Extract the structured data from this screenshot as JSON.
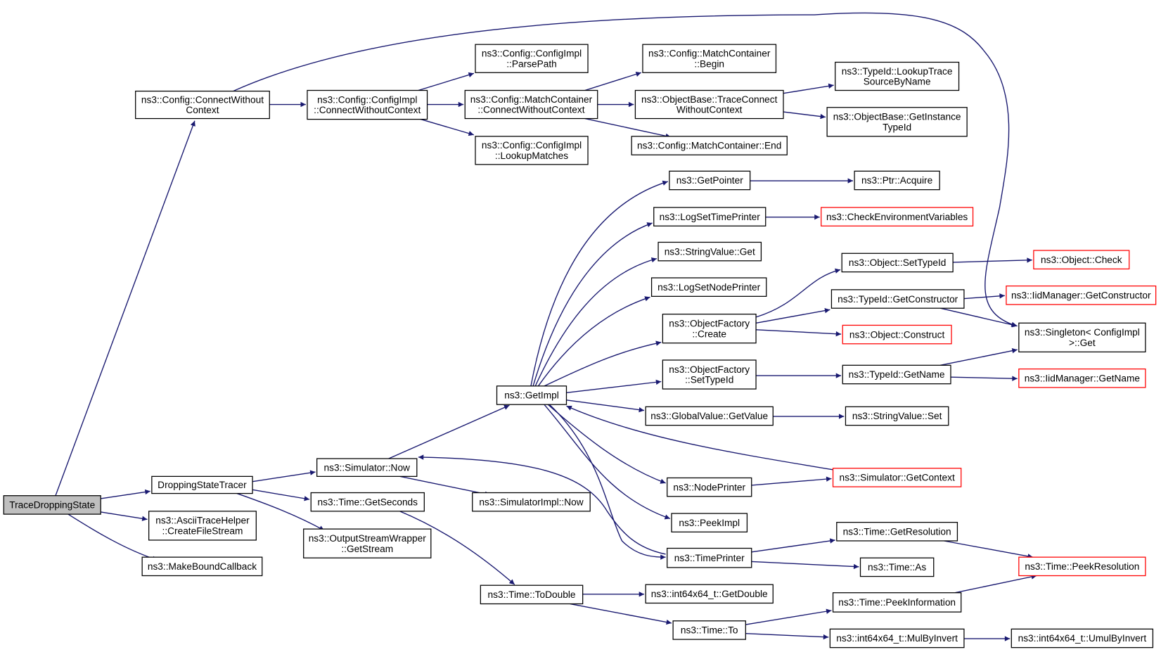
{
  "diagram": {
    "colors": {
      "edge": "#191970",
      "node_border": "#000000",
      "node_border_highlight": "#ff0000",
      "root_fill": "#bfbfbf",
      "node_fill": "#ffffff"
    },
    "nodes": [
      {
        "id": "trace_dropping_state",
        "lines": [
          "TraceDroppingState"
        ],
        "style": "root"
      },
      {
        "id": "config_connect_without_context",
        "lines": [
          "ns3::Config::ConnectWithout",
          "Context"
        ],
        "style": "normal"
      },
      {
        "id": "dropping_state_tracer",
        "lines": [
          "DroppingStateTracer"
        ],
        "style": "normal"
      },
      {
        "id": "ascii_trace_helper_create_file_stream",
        "lines": [
          "ns3::AsciiTraceHelper",
          "::CreateFileStream"
        ],
        "style": "normal"
      },
      {
        "id": "make_bound_callback",
        "lines": [
          "ns3::MakeBoundCallback"
        ],
        "style": "normal"
      },
      {
        "id": "configimpl_connect_without_context",
        "lines": [
          "ns3::Config::ConfigImpl",
          "::ConnectWithoutContext"
        ],
        "style": "normal"
      },
      {
        "id": "configimpl_parse_path",
        "lines": [
          "ns3::Config::ConfigImpl",
          "::ParsePath"
        ],
        "style": "normal"
      },
      {
        "id": "matchcontainer_connect_without_context",
        "lines": [
          "ns3::Config::MatchContainer",
          "::ConnectWithoutContext"
        ],
        "style": "normal"
      },
      {
        "id": "configimpl_lookup_matches",
        "lines": [
          "ns3::Config::ConfigImpl",
          "::LookupMatches"
        ],
        "style": "normal"
      },
      {
        "id": "matchcontainer_begin",
        "lines": [
          "ns3::Config::MatchContainer",
          "::Begin"
        ],
        "style": "normal"
      },
      {
        "id": "objectbase_trace_connect_without_context",
        "lines": [
          "ns3::ObjectBase::TraceConnect",
          "WithoutContext"
        ],
        "style": "normal"
      },
      {
        "id": "matchcontainer_end",
        "lines": [
          "ns3::Config::MatchContainer::End"
        ],
        "style": "normal"
      },
      {
        "id": "typeid_lookup_trace_source_by_name",
        "lines": [
          "ns3::TypeId::LookupTrace",
          "SourceByName"
        ],
        "style": "normal"
      },
      {
        "id": "objectbase_get_instance_typeid",
        "lines": [
          "ns3::ObjectBase::GetInstance",
          "TypeId"
        ],
        "style": "normal"
      },
      {
        "id": "simulator_now",
        "lines": [
          "ns3::Simulator::Now"
        ],
        "style": "normal"
      },
      {
        "id": "time_get_seconds",
        "lines": [
          "ns3::Time::GetSeconds"
        ],
        "style": "normal"
      },
      {
        "id": "output_stream_wrapper_get_stream",
        "lines": [
          "ns3::OutputStreamWrapper",
          "::GetStream"
        ],
        "style": "normal"
      },
      {
        "id": "simulator_impl_now",
        "lines": [
          "ns3::SimulatorImpl::Now"
        ],
        "style": "normal"
      },
      {
        "id": "get_impl",
        "lines": [
          "ns3::GetImpl"
        ],
        "style": "normal"
      },
      {
        "id": "time_to_double",
        "lines": [
          "ns3::Time::ToDouble"
        ],
        "style": "normal"
      },
      {
        "id": "get_pointer",
        "lines": [
          "ns3::GetPointer"
        ],
        "style": "normal"
      },
      {
        "id": "log_set_time_printer",
        "lines": [
          "ns3::LogSetTimePrinter"
        ],
        "style": "normal"
      },
      {
        "id": "string_value_get",
        "lines": [
          "ns3::StringValue::Get"
        ],
        "style": "normal"
      },
      {
        "id": "log_set_node_printer",
        "lines": [
          "ns3::LogSetNodePrinter"
        ],
        "style": "normal"
      },
      {
        "id": "object_factory_create",
        "lines": [
          "ns3::ObjectFactory",
          "::Create"
        ],
        "style": "normal"
      },
      {
        "id": "object_factory_set_typeid",
        "lines": [
          "ns3::ObjectFactory",
          "::SetTypeId"
        ],
        "style": "normal"
      },
      {
        "id": "global_value_get_value",
        "lines": [
          "ns3::GlobalValue::GetValue"
        ],
        "style": "normal"
      },
      {
        "id": "node_printer",
        "lines": [
          "ns3::NodePrinter"
        ],
        "style": "normal"
      },
      {
        "id": "peek_impl",
        "lines": [
          "ns3::PeekImpl"
        ],
        "style": "normal"
      },
      {
        "id": "time_printer",
        "lines": [
          "ns3::TimePrinter"
        ],
        "style": "normal"
      },
      {
        "id": "int64x64_get_double",
        "lines": [
          "ns3::int64x64_t::GetDouble"
        ],
        "style": "normal"
      },
      {
        "id": "time_to",
        "lines": [
          "ns3::Time::To"
        ],
        "style": "normal"
      },
      {
        "id": "ptr_acquire",
        "lines": [
          "ns3::Ptr::Acquire"
        ],
        "style": "normal"
      },
      {
        "id": "check_environment_variables",
        "lines": [
          "ns3::CheckEnvironmentVariables"
        ],
        "style": "highlight"
      },
      {
        "id": "object_set_typeid",
        "lines": [
          "ns3::Object::SetTypeId"
        ],
        "style": "normal"
      },
      {
        "id": "typeid_get_constructor",
        "lines": [
          "ns3::TypeId::GetConstructor"
        ],
        "style": "normal"
      },
      {
        "id": "object_construct",
        "lines": [
          "ns3::Object::Construct"
        ],
        "style": "highlight"
      },
      {
        "id": "typeid_get_name",
        "lines": [
          "ns3::TypeId::GetName"
        ],
        "style": "normal"
      },
      {
        "id": "string_value_set",
        "lines": [
          "ns3::StringValue::Set"
        ],
        "style": "normal"
      },
      {
        "id": "simulator_get_context",
        "lines": [
          "ns3::Simulator::GetContext"
        ],
        "style": "highlight"
      },
      {
        "id": "time_get_resolution",
        "lines": [
          "ns3::Time::GetResolution"
        ],
        "style": "normal"
      },
      {
        "id": "time_as",
        "lines": [
          "ns3::Time::As"
        ],
        "style": "normal"
      },
      {
        "id": "time_peek_information",
        "lines": [
          "ns3::Time::PeekInformation"
        ],
        "style": "normal"
      },
      {
        "id": "int64x64_mul_by_invert",
        "lines": [
          "ns3::int64x64_t::MulByInvert"
        ],
        "style": "normal"
      },
      {
        "id": "object_check",
        "lines": [
          "ns3::Object::Check"
        ],
        "style": "highlight"
      },
      {
        "id": "iid_manager_get_constructor",
        "lines": [
          "ns3::IidManager::GetConstructor"
        ],
        "style": "highlight"
      },
      {
        "id": "singleton_configimpl_get",
        "lines": [
          "ns3::Singleton< ConfigImpl",
          ">::Get"
        ],
        "style": "normal"
      },
      {
        "id": "iid_manager_get_name",
        "lines": [
          "ns3::IidManager::GetName"
        ],
        "style": "highlight"
      },
      {
        "id": "time_peek_resolution",
        "lines": [
          "ns3::Time::PeekResolution"
        ],
        "style": "highlight"
      },
      {
        "id": "int64x64_umul_by_invert",
        "lines": [
          "ns3::int64x64_t::UmulByInvert"
        ],
        "style": "normal"
      }
    ]
  }
}
